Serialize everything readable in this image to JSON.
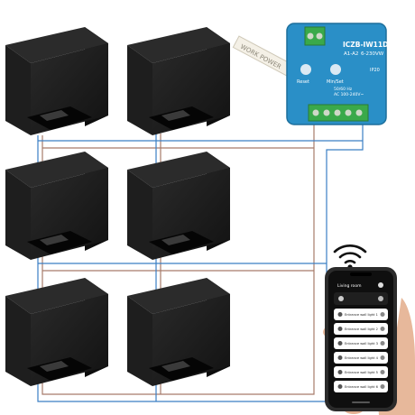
{
  "module": {
    "model": "ICZB-IW11D",
    "channels": "A1-A2",
    "voltage": "6-230VW",
    "reset_label": "Reset",
    "mode_label": "Min/Set",
    "freq_label": "50/60 Hz",
    "input_label": "AC 100-240V~",
    "ip_label": "IP20",
    "wire_tag": "WORK POWER"
  },
  "wifi_icon": "wifi-signal-icon",
  "phone": {
    "header": "Living room",
    "rows": [
      "Entrance wall light 1",
      "Entrance wall light 2",
      "Entrance wall light 3",
      "Entrance wall light 4",
      "Entrance wall light 5",
      "Entrance wall light 6"
    ]
  },
  "colors": {
    "lamp": "#1a1a1a",
    "module_body": "#2a8fc7",
    "terminal": "#3aa94a",
    "wire_blue": "#3b7fc4",
    "wire_brown": "#a67b6a"
  }
}
